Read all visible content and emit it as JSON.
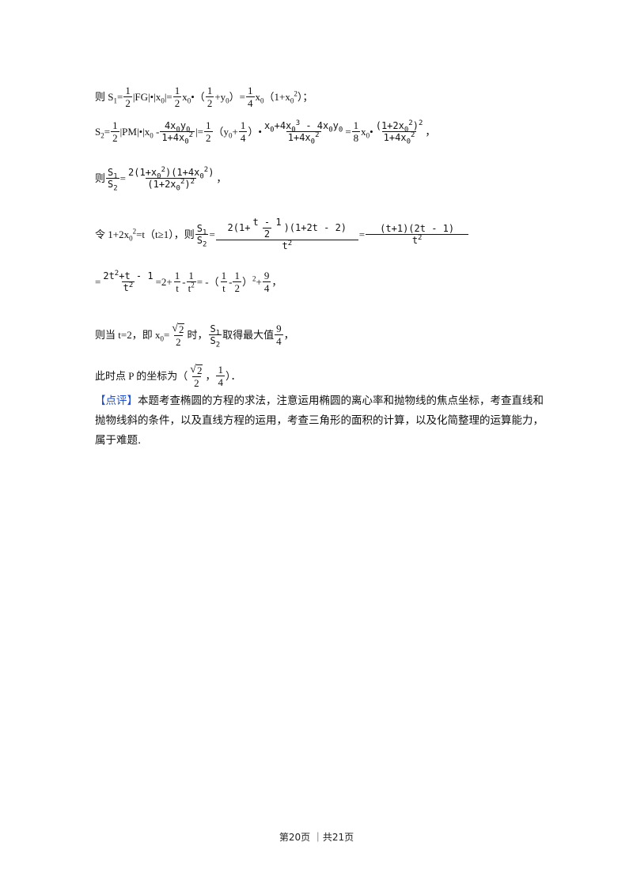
{
  "lines": {
    "l1": "则 S₁=½|FG|•|x₀|=½x₀•（½+y₀）=¼x₀（1+x₀²）；",
    "l2": "S₂=½|PM|•|x₀ - 4x₀y₀/(1+4x₀²)|=½（y₀+¼）•(x₀+4x₀³ - 4x₀y₀)/(1+4x₀²)=⅛x₀•(1+2x₀²)²/(1+4x₀²)，",
    "l3": "则 S₁/S₂=2(1+x₀²)(1+4x₀²)/(1+2x₀²)²，",
    "l4": "令 1+2x₀²=t（t≥1），则 S₁/S₂=2(1+(t-1)/2)(1+2t-2)/t²=(t+1)(2t-1)/t²",
    "l5": "=(2t²+t-1)/t²=2+1/t - 1/t²= -（1/t - ½）²+9/4，",
    "l6": "则当 t=2，即 x₀=√2/2时，S₁/S₂取得最大值9/4，",
    "l7": "此时点 P 的坐标为（√2/2，¼）．"
  },
  "comment": {
    "tag": "【点评】",
    "text": "本题考查椭圆的方程的求法，注意运用椭圆的离心率和抛物线的焦点坐标，考查直线和抛物线斜的条件，以及直线方程的运用，考查三角形的面积的计算，以及化简整理的运算能力，属于难题."
  },
  "footer": "第20页 ｜共21页",
  "colors": {
    "tag": "#1f4fd8",
    "text": "#111111"
  }
}
